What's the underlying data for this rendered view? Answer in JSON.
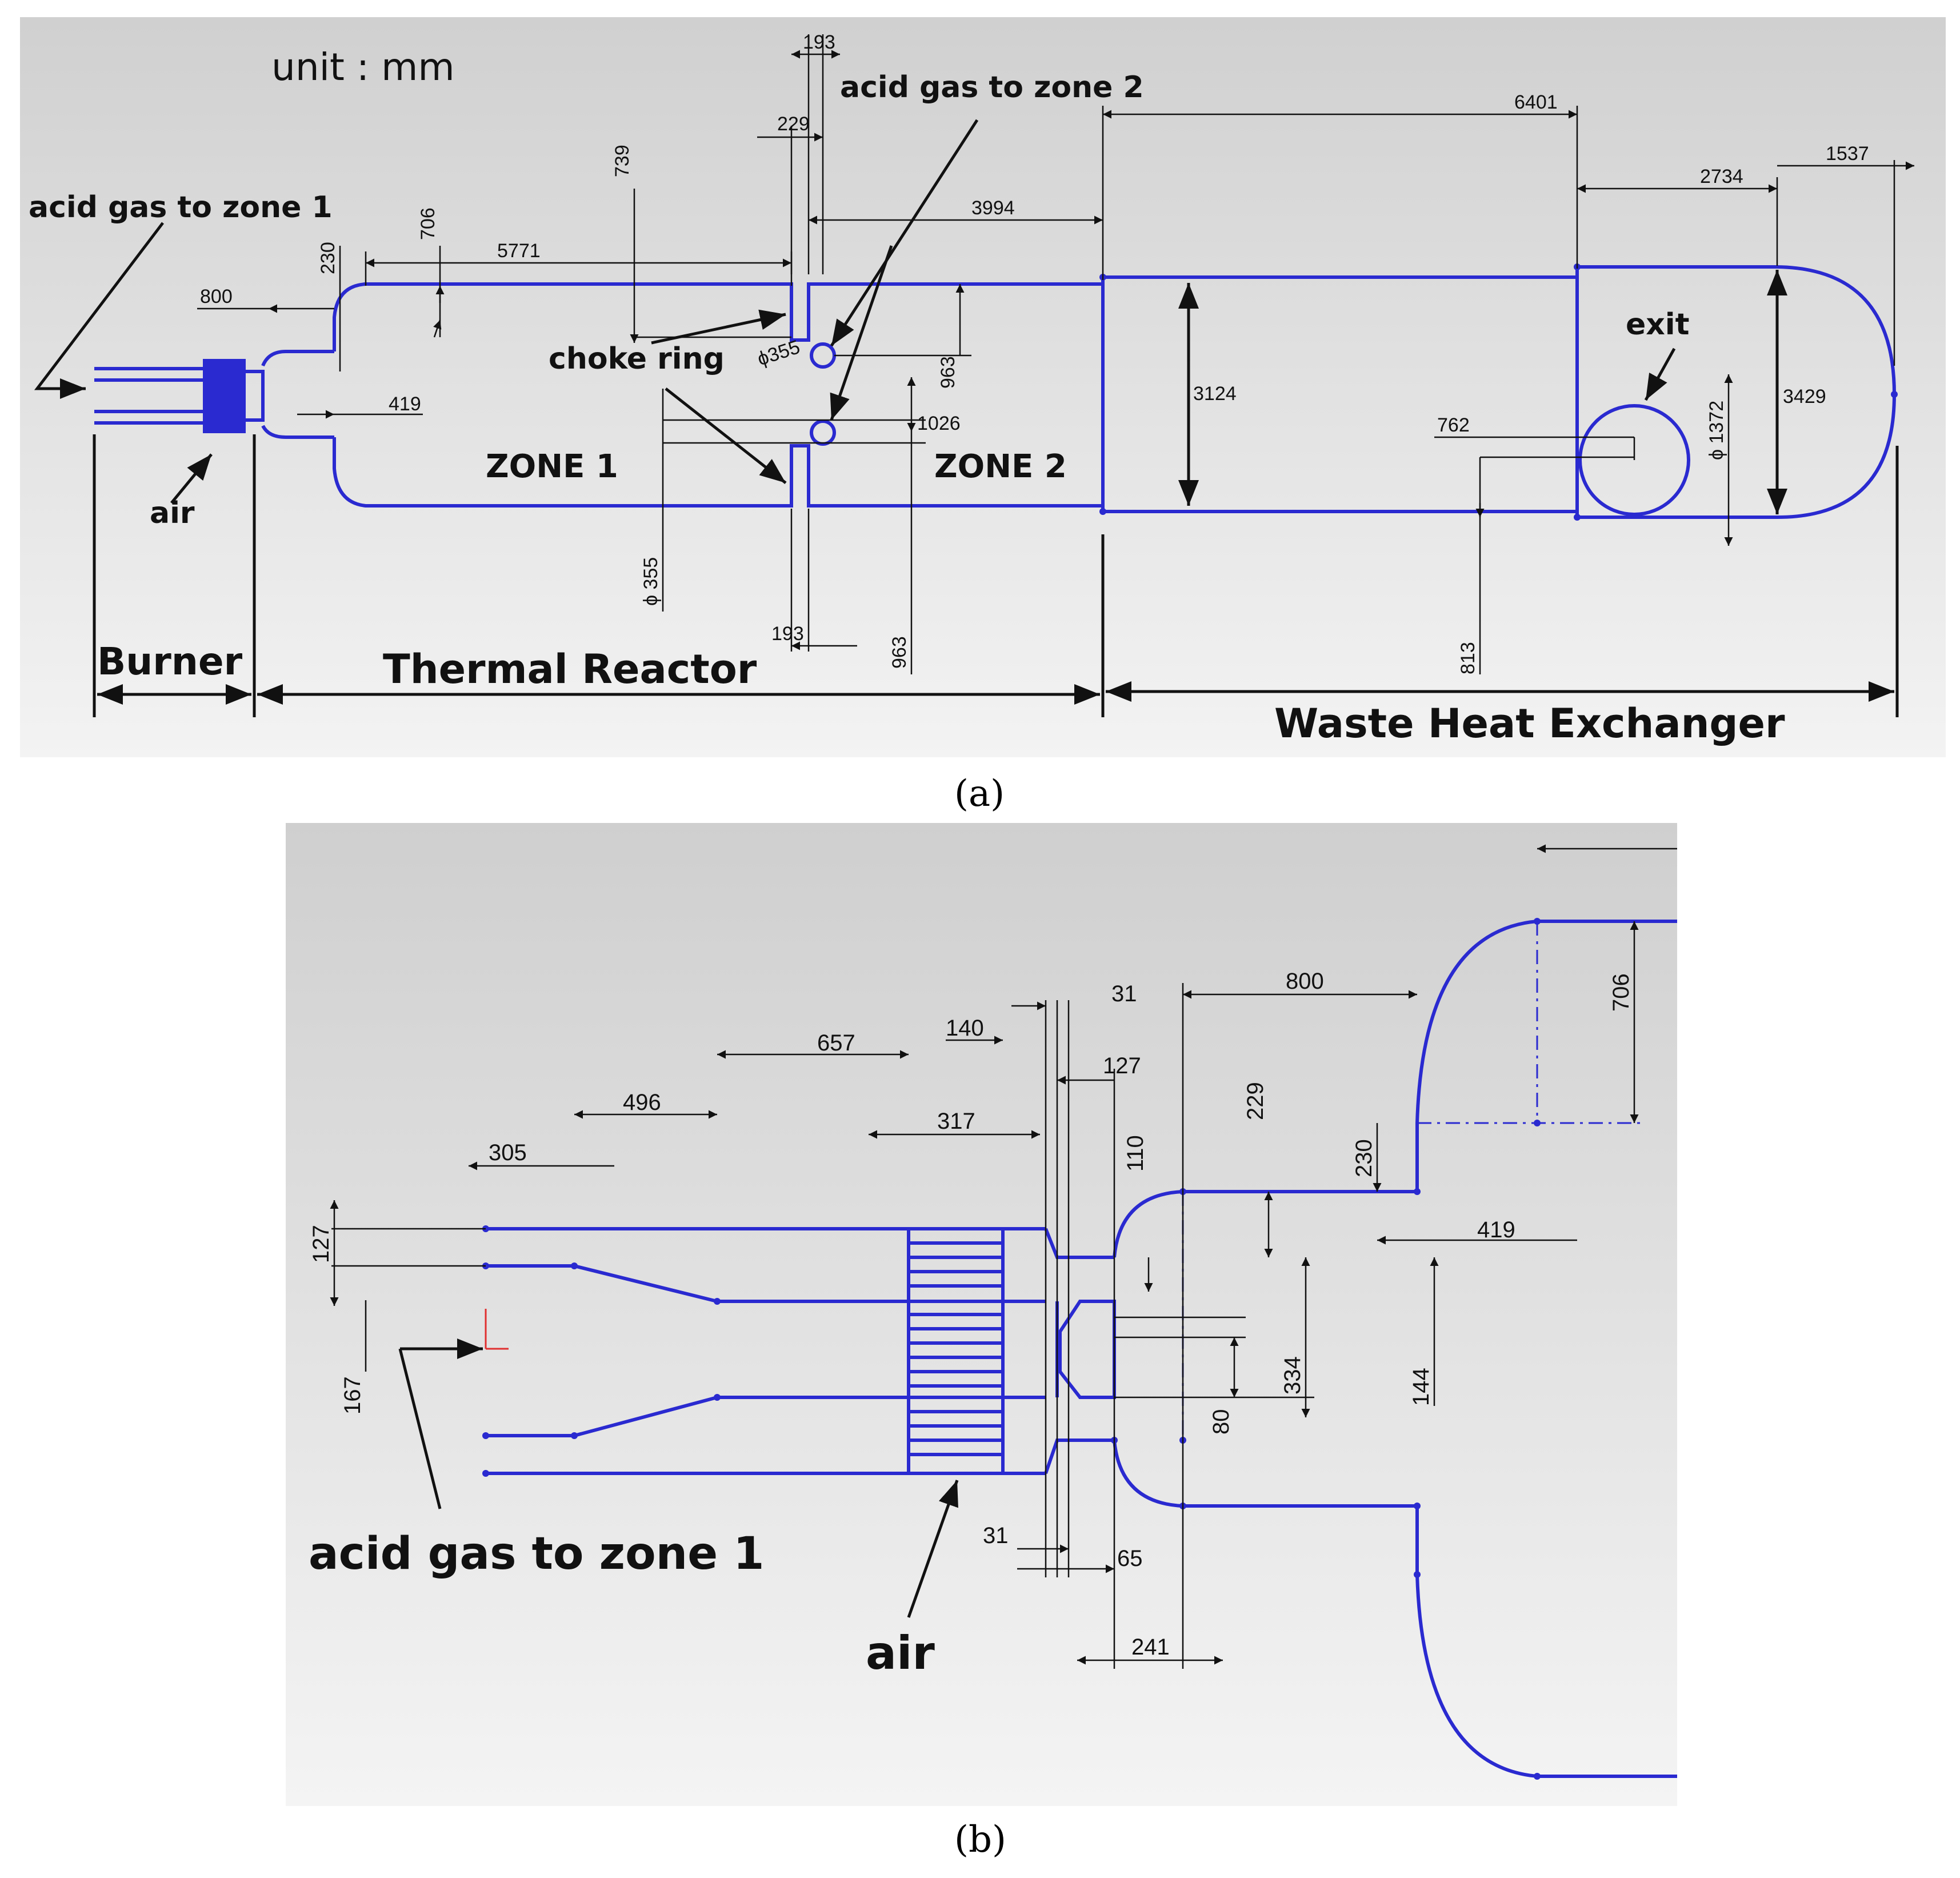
{
  "panel_a": {
    "unit_label": "unit : mm",
    "labels": {
      "acid_gas_zone1": "acid gas to zone 1",
      "acid_gas_zone2": "acid gas to zone 2",
      "choke_ring": "choke ring",
      "air": "air",
      "exit": "exit",
      "zone1": "ZONE 1",
      "zone2": "ZONE 2",
      "burner": "Burner",
      "thermal_reactor": "Thermal Reactor",
      "waste_heat_exchanger": "Waste Heat Exchanger"
    },
    "dims": {
      "d193_top": "193",
      "d229": "229",
      "d739": "739",
      "d706": "706",
      "d230": "230",
      "d5771": "5771",
      "d800": "800",
      "d419": "419",
      "d3994": "3994",
      "d6401": "6401",
      "d2734": "2734",
      "d1537": "1537",
      "d355_ring": "ϕ355",
      "d963_a": "963",
      "d1026": "1026",
      "d3124": "3124",
      "d762": "762",
      "d1372": "ϕ 1372",
      "d3429": "3429",
      "d355_b": "ϕ 355",
      "d193_bot": "193",
      "d963_b": "963",
      "d813": "813"
    },
    "caption": "(a)"
  },
  "panel_b": {
    "labels": {
      "acid_gas_zone1": "acid gas to zone 1",
      "air": "air"
    },
    "dims": {
      "d305": "305",
      "d496": "496",
      "d657": "657",
      "d140": "140",
      "d317": "317",
      "d31_top": "31",
      "d127_top": "127",
      "d800": "800",
      "d706": "706",
      "d229": "229",
      "d110": "110",
      "d230": "230",
      "d419": "419",
      "d127_left": "127",
      "d167": "167",
      "d80": "80",
      "d334": "334",
      "d144": "144",
      "d31_bot": "31",
      "d65": "65",
      "d241": "241"
    },
    "caption": "(b)"
  },
  "colors": {
    "geometry": "#2a2ad0",
    "dimension": "#111111",
    "panel_bg_top": "#d2d2d2",
    "panel_bg_bottom": "#f2f2f2"
  }
}
